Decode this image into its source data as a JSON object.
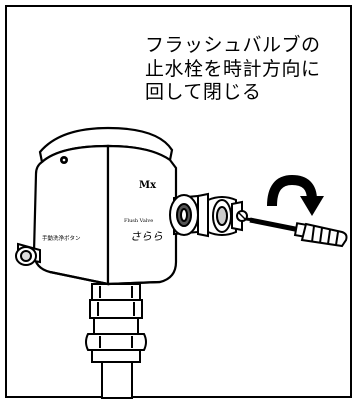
{
  "instruction": {
    "line1": "フラッシュバルブの",
    "line2": "止水栓を時計方向に",
    "line3": "回して閉じる"
  },
  "device": {
    "brand_mark": "Mx",
    "product_line": "Flush Valve",
    "product_name": "さらら",
    "side_label": "手動洗浄ボタン"
  },
  "rotation": "clockwise"
}
